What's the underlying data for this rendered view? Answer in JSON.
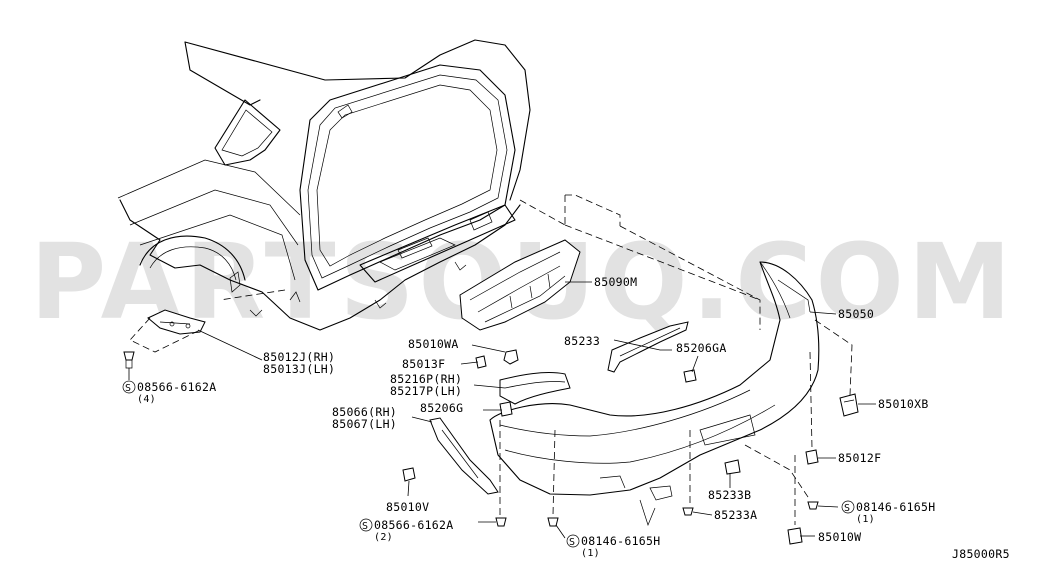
{
  "watermark": "PARTSOUQ.COM",
  "diagram_code": "J85000R5",
  "labels": {
    "p85090M": "85090M",
    "p85050": "85050",
    "p85233": "85233",
    "p85206GA": "85206GA",
    "p85010WA": "85010WA",
    "p85013F": "85013F",
    "p85216P": "85216P(RH)",
    "p85217P": "85217P(LH)",
    "p85066": "85066(RH)",
    "p85067": "85067(LH)",
    "p85206G": "85206G",
    "p85010XB": "85010XB",
    "p85012F": "85012F",
    "p85012J": "85012J(RH)",
    "p85013J": "85013J(LH)",
    "p08566_4": "08566-6162A",
    "q4": "(4)",
    "p85010V": "85010V",
    "p08566_2": "08566-6162A",
    "q2": "(2)",
    "p08146_1a": "08146-6165H",
    "q1a": "(1)",
    "p85233B": "85233B",
    "p85233A": "85233A",
    "p08146_1b": "08146-6165H",
    "q1b": "(1)",
    "p85010W": "85010W",
    "bolt_symbol": "S"
  }
}
